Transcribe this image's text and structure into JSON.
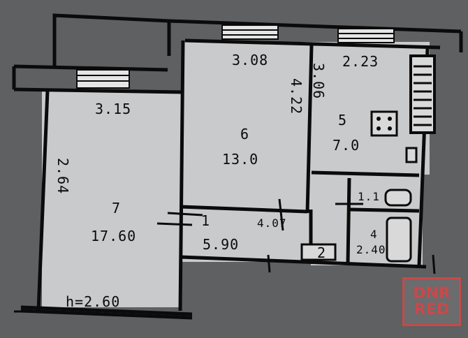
{
  "colors": {
    "background": "#5e6061",
    "wall": "#0b0b0b",
    "paper": "#c9cacb",
    "watermark": "#c8494b"
  },
  "plan": {
    "dim_top_room6": "3.08",
    "dim_top_room5": "2.23",
    "dim_room5_side": "3.06",
    "dim_room7_top": "3.15",
    "dim_room6_side": "4.22",
    "dim_room7_side": "2.64",
    "room6_number": "6",
    "room6_area": "13.0",
    "room5_number": "5",
    "room5_area": "7.0",
    "room7_number": "7",
    "room7_area": "17.60",
    "room1_number": "1",
    "room1_area": "5.90",
    "room1_dim": "4.07",
    "room2_number": "2",
    "room3_area": "1.1",
    "room4_number": "4",
    "room4_area": "2.40",
    "height_note": "h=2.60"
  },
  "watermark": {
    "line1": "DNR",
    "line2": "RED"
  }
}
